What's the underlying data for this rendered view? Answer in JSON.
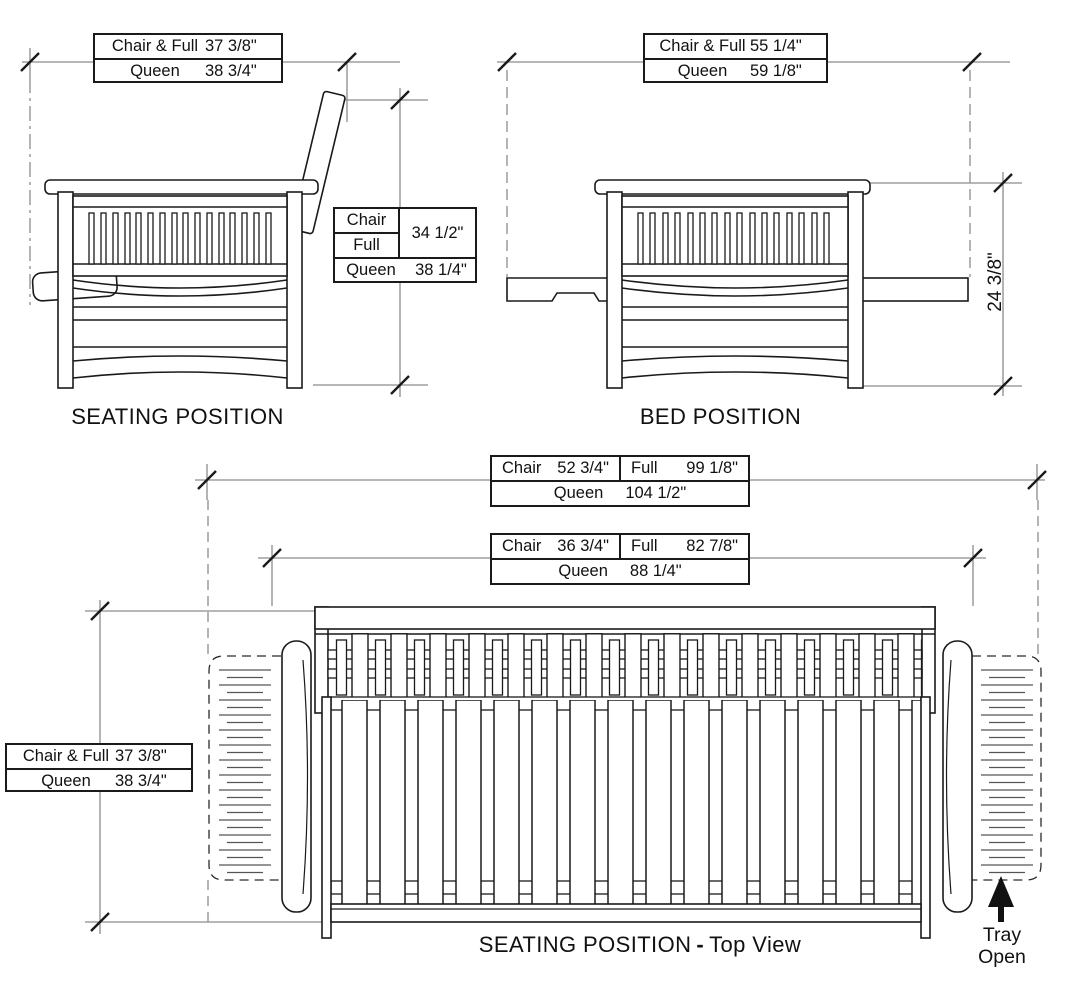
{
  "colors": {
    "background": "#ffffff",
    "line": "#1a1a1a",
    "dim_line": "#8c8c8c"
  },
  "seating_view": {
    "title": "SEATING POSITION",
    "width_table": {
      "rows": [
        [
          "Chair & Full",
          "37 3/8\""
        ],
        [
          "Queen",
          "38 3/4\""
        ]
      ]
    },
    "height_table": {
      "labels": [
        "Chair",
        "Full"
      ],
      "shared_value": "34 1/2\"",
      "queen": [
        "Queen",
        "38 1/4\""
      ]
    }
  },
  "bed_view": {
    "title": "BED POSITION",
    "width_table": {
      "rows": [
        [
          "Chair & Full",
          "55 1/4\""
        ],
        [
          "Queen",
          "59 1/8\""
        ]
      ]
    },
    "arm_height_dim": "24 3/8\""
  },
  "top_view": {
    "title": {
      "part1": "SEATING POSITION",
      "separator": "-",
      "part2": "Top View"
    },
    "overall_width_table": {
      "cells": [
        [
          "Chair",
          "52 3/4\""
        ],
        [
          "Full",
          "99 1/8\""
        ]
      ],
      "queen": [
        "Queen",
        "104 1/2\""
      ]
    },
    "frame_width_table": {
      "cells": [
        [
          "Chair",
          "36 3/4\""
        ],
        [
          "Full",
          "82 7/8\""
        ]
      ],
      "queen": [
        "Queen",
        "88 1/4\""
      ]
    },
    "depth_table": {
      "rows": [
        [
          "Chair & Full",
          "37 3/8\""
        ],
        [
          "Queen",
          "38 3/4\""
        ]
      ]
    },
    "tray_label": {
      "line1": "Tray",
      "line2": "Open"
    }
  }
}
